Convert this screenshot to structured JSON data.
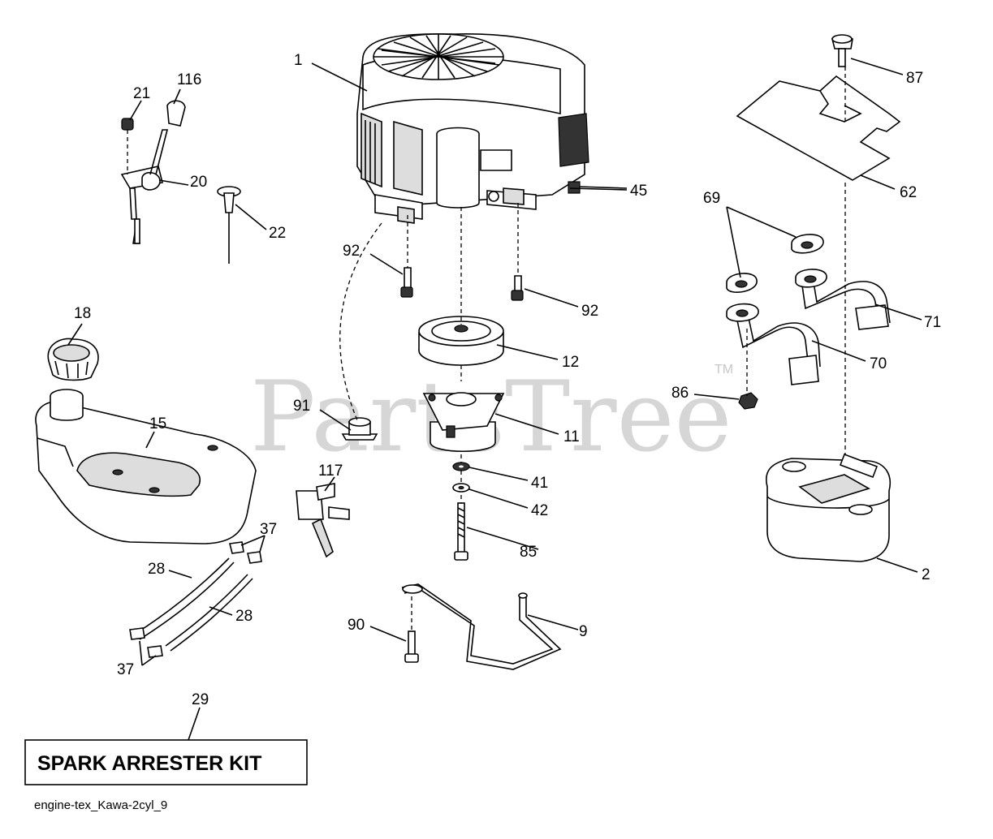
{
  "watermark": {
    "text": "PartsTree",
    "tm": "TM"
  },
  "callouts": {
    "c1": "1",
    "c116": "116",
    "c21": "21",
    "c20": "20",
    "c22": "22",
    "c45": "45",
    "c92a": "92",
    "c92b": "92",
    "c87": "87",
    "c62": "62",
    "c69": "69",
    "c71": "71",
    "c70": "70",
    "c12": "12",
    "c11": "11",
    "c91": "91",
    "c18": "18",
    "c15": "15",
    "c86": "86",
    "c41": "41",
    "c42": "42",
    "c85": "85",
    "c117": "117",
    "c37a": "37",
    "c28a": "28",
    "c28b": "28",
    "c37b": "37",
    "c90": "90",
    "c9": "9",
    "c2": "2",
    "c29": "29"
  },
  "kit_label": "SPARK ARRESTER KIT",
  "footer_ref": "engine-tex_Kawa-2cyl_9"
}
